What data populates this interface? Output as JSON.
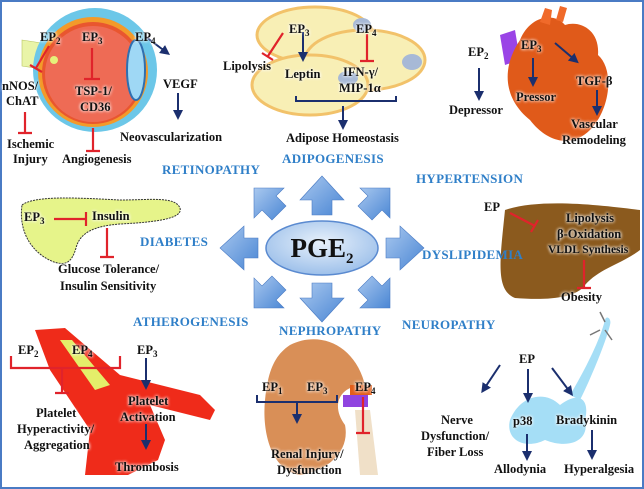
{
  "center": {
    "label": "PGE",
    "subscript": "2"
  },
  "conditions": {
    "retinopathy": "RETINOPATHY",
    "adipogenesis": "ADIPOGENESIS",
    "hypertension": "HYPERTENSION",
    "diabetes": "DIABETES",
    "dyslipidemia": "DYSLIPIDEMIA",
    "atherogenesis": "ATHEROGENESIS",
    "nephropathy": "NEPHROPATHY",
    "neuropathy": "NEUROPATHY"
  },
  "retinopathy": {
    "ep2": "EP",
    "ep2_sub": "2",
    "ep3": "EP",
    "ep3_sub": "3",
    "ep4": "EP",
    "ep4_sub": "4",
    "nnos": "nNOS/",
    "chat": "ChAT",
    "ischemic": "Ischemic",
    "injury": "Injury",
    "tsp1": "TSP-1/",
    "cd36": "CD36",
    "angiogenesis": "Angiogenesis",
    "vegf": "VEGF",
    "neovasc": "Neovascularization"
  },
  "adipogenesis": {
    "ep3": "EP",
    "ep3_sub": "3",
    "ep4": "EP",
    "ep4_sub": "4",
    "lipolysis": "Lipolysis",
    "leptin": "Leptin",
    "ifn": "IFN-γ/",
    "mip": "MIP-1α",
    "homeostasis": "Adipose Homeostasis"
  },
  "hypertension": {
    "ep2": "EP",
    "ep2_sub": "2",
    "ep3": "EP",
    "ep3_sub": "3",
    "depressor": "Depressor",
    "pressor": "Pressor",
    "tgf": "TGF-β",
    "vascular": "Vascular",
    "remodeling": "Remodeling"
  },
  "diabetes": {
    "ep3": "EP",
    "ep3_sub": "3",
    "insulin": "Insulin",
    "glucose": "Glucose Tolerance/",
    "sensitivity": "Insulin Sensitivity"
  },
  "dyslipidemia": {
    "ep": "EP",
    "lipolysis": "Lipolysis",
    "boxidation": "β-Oxidation",
    "vldl": "VLDL Synthesis",
    "obesity": "Obesity"
  },
  "atherogenesis": {
    "ep2": "EP",
    "ep2_sub": "2",
    "ep4": "EP",
    "ep4_sub": "4",
    "ep3": "EP",
    "ep3_sub": "3",
    "platelet1": "Platelet",
    "hyper": "Hyperactivity/",
    "aggregation": "Aggregation",
    "platelet2": "Platelet",
    "activation": "Activation",
    "thrombosis": "Thrombosis"
  },
  "nephropathy": {
    "ep1": "EP",
    "ep1_sub": "1",
    "ep3": "EP",
    "ep3_sub": "3",
    "ep4": "EP",
    "ep4_sub": "4",
    "renal": "Renal Injury/",
    "dysfunction": "Dysfunction"
  },
  "neuropathy": {
    "ep": "EP",
    "p38": "p38",
    "nerve": "Nerve",
    "nerve_dys": "Dysfunction/",
    "fiber": "Fiber Loss",
    "allodynia": "Allodynia",
    "bradykinin": "Bradykinin",
    "hyperalgesia": "Hyperalgesia"
  },
  "colors": {
    "frame": "#4a7bc4",
    "label_blue": "#2f7fc8",
    "inhibit_red": "#e0232b",
    "activate_navy": "#1b2f6e"
  }
}
